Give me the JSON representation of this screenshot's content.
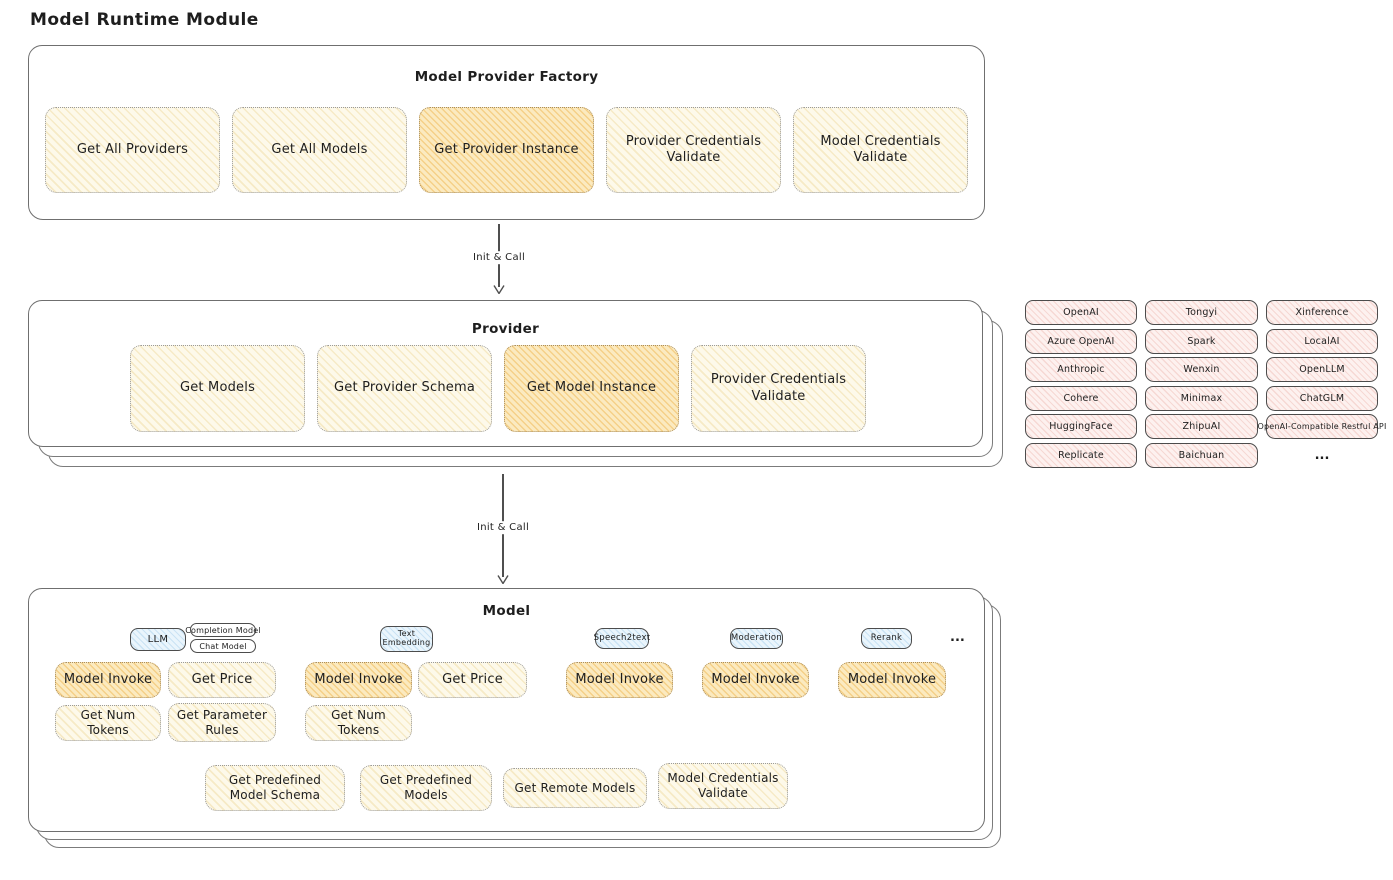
{
  "title": "Model Runtime Module",
  "colors": {
    "box_yellow": "#fdf9ea",
    "box_yellow_highlight": "#fbeac0",
    "chip_pink": "#fdf1ef",
    "tab_blue": "#eaf5fc",
    "border_gray": "#6f6f6f",
    "text": "#1e1e1e"
  },
  "factory": {
    "title": "Model Provider Factory",
    "methods": [
      {
        "label": "Get All Providers",
        "highlighted": false
      },
      {
        "label": "Get All Models",
        "highlighted": false
      },
      {
        "label": "Get Provider Instance",
        "highlighted": true
      },
      {
        "label": "Provider Credentials Validate",
        "highlighted": false
      },
      {
        "label": "Model Credentials Validate",
        "highlighted": false
      }
    ]
  },
  "arrows": {
    "init_call": "Init & Call"
  },
  "provider": {
    "title": "Provider",
    "methods": [
      {
        "label": "Get Models",
        "highlighted": false
      },
      {
        "label": "Get Provider Schema",
        "highlighted": false
      },
      {
        "label": "Get Model Instance",
        "highlighted": true
      },
      {
        "label": "Provider Credentials Validate",
        "highlighted": false
      }
    ]
  },
  "providers_panel": {
    "items": [
      "OpenAI",
      "Tongyi",
      "Xinference",
      "Azure OpenAI",
      "Spark",
      "LocalAI",
      "Anthropic",
      "Wenxin",
      "OpenLLM",
      "Cohere",
      "Minimax",
      "ChatGLM",
      "HuggingFace",
      "ZhipuAI",
      "OpenAI-Compatible Restful API",
      "Replicate",
      "Baichuan",
      "..."
    ]
  },
  "model": {
    "title": "Model",
    "tabs": {
      "llm": "LLM",
      "completion_model": "Completion Model",
      "chat_model": "Chat Model",
      "text_embedding": "Text Embedding",
      "speech2text": "Speech2text",
      "moderation": "Moderation",
      "rerank": "Rerank",
      "ellipsis": "..."
    },
    "methods": {
      "model_invoke": "Model Invoke",
      "get_price": "Get Price",
      "get_num_tokens": "Get Num Tokens",
      "get_parameter_rules": "Get Parameter Rules",
      "get_predefined_model_schema": "Get Predefined Model Schema",
      "get_predefined_models": "Get Predefined Models",
      "get_remote_models": "Get Remote Models",
      "model_credentials_validate": "Model Credentials Validate"
    }
  }
}
